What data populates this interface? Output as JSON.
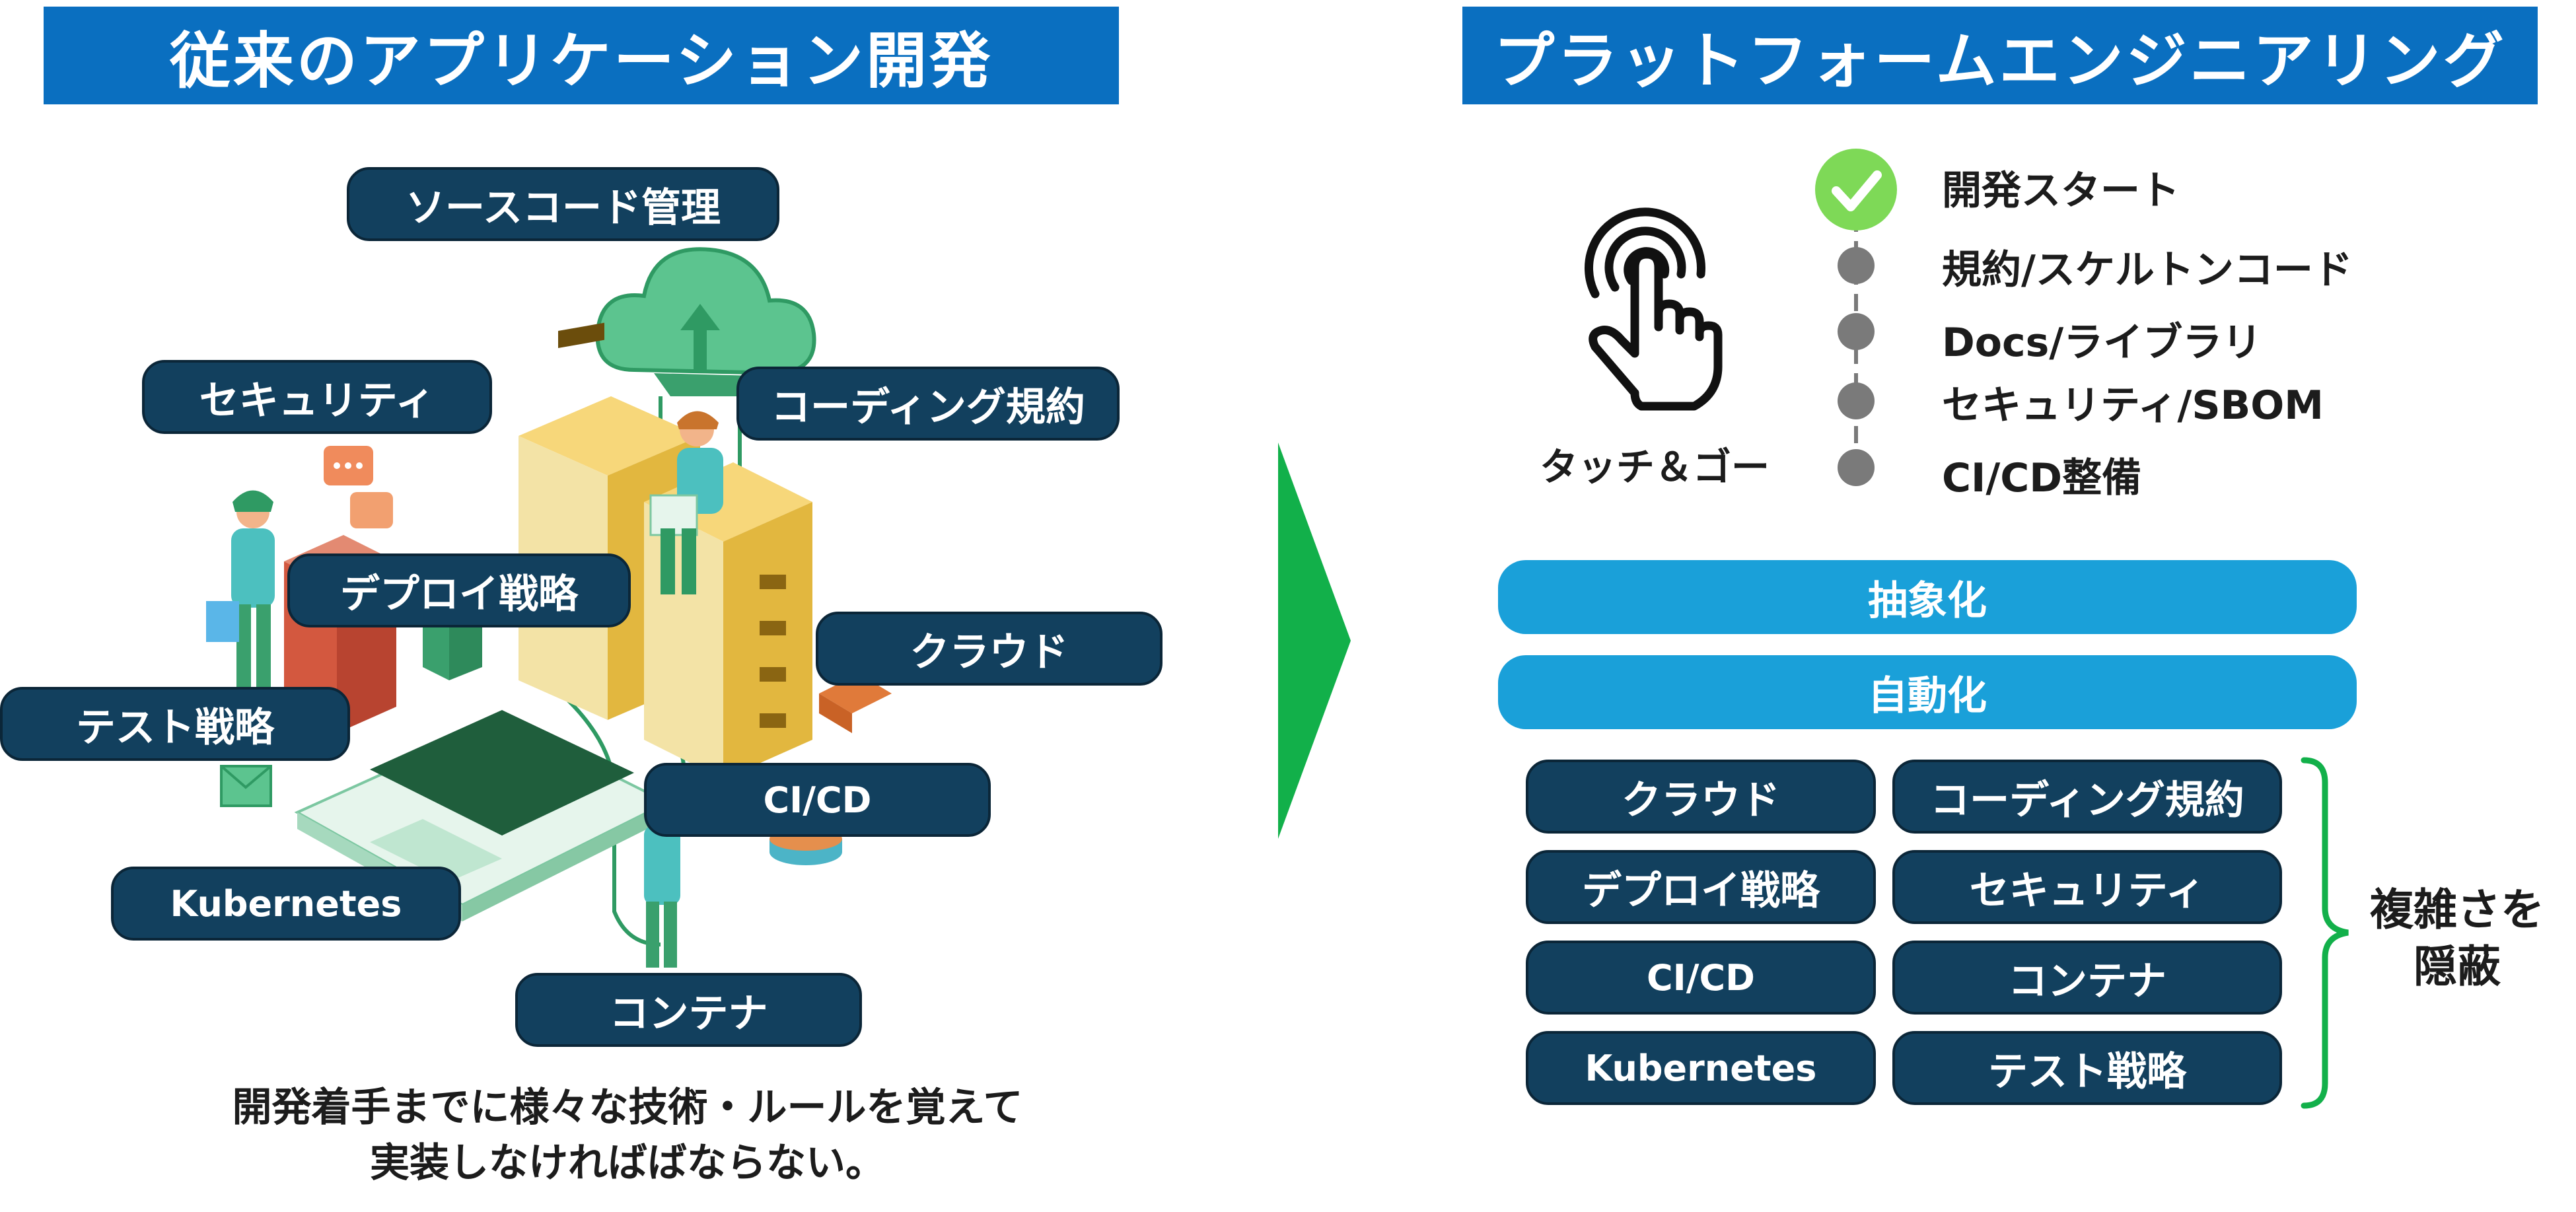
{
  "left": {
    "header": "従来のアプリケーション開発",
    "tags": {
      "source_code": "ソースコード管理",
      "security": "セキュリティ",
      "coding_rules": "コーディング規約",
      "deploy": "デプロイ戦略",
      "cloud": "クラウド",
      "test": "テスト戦略",
      "cicd": "CI/CD",
      "kubernetes": "Kubernetes",
      "container": "コンテナ"
    },
    "caption_line1": "開発着手までに様々な技術・ルールを覚えて",
    "caption_line2": "実装しなければばならない。"
  },
  "right": {
    "header": "プラットフォームエンジニアリング",
    "touch_label": "タッチ＆ゴー",
    "steps": [
      "開発スタート",
      "規約/スケルトンコード",
      "Docs/ライブラリ",
      "セキュリティ/SBOM",
      "CI/CD整備"
    ],
    "bars": [
      "抽象化",
      "自動化"
    ],
    "grid": [
      "クラウド",
      "コーディング規約",
      "デプロイ戦略",
      "セキュリティ",
      "CI/CD",
      "コンテナ",
      "Kubernetes",
      "テスト戦略"
    ],
    "hidden_label_line1": "複雑さを",
    "hidden_label_line2": "隠蔽"
  },
  "colors": {
    "header_blue": "#0a6fc0",
    "tag_navy": "#12405e",
    "bar_cyan": "#1aa0d9",
    "arrow_green": "#12b04a",
    "check_green": "#7ed957",
    "step_gray": "#7a7a7a"
  }
}
